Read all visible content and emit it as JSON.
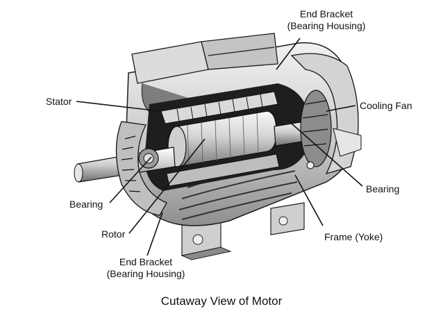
{
  "caption": "Cutaway View of Motor",
  "labels": {
    "end_bracket_top_line1": "End Bracket",
    "end_bracket_top_line2": "(Bearing Housing)",
    "stator": "Stator",
    "cooling_fan": "Cooling Fan",
    "bearing_right": "Bearing",
    "bearing_left": "Bearing",
    "rotor": "Rotor",
    "frame": "Frame (Yoke)",
    "end_bracket_bottom_line1": "End Bracket",
    "end_bracket_bottom_line2": "(Bearing Housing)"
  },
  "colors": {
    "ink": "#111111",
    "metal_light": "#e6e6e6",
    "metal_mid": "#b9b9b9",
    "metal_dark": "#5a5a5a",
    "shadow": "#1a1a1a"
  }
}
